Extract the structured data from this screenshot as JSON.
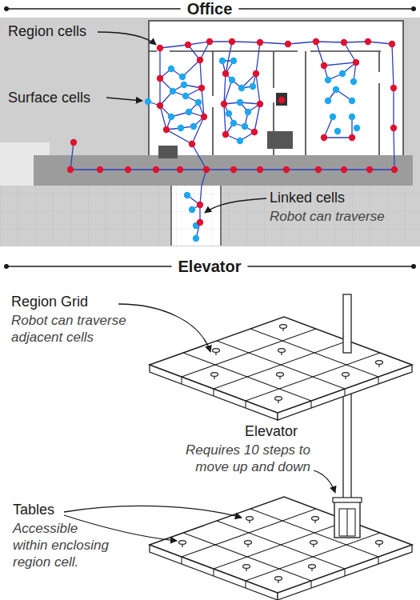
{
  "diagram": {
    "labels": [
      "Office",
      "Region cells",
      "Surface cells",
      "Linked cells",
      "Robot can traverse",
      "Elevator",
      "Region Grid",
      "Robot can traverse adjacent cells",
      "Elevator",
      "Requires 10 steps to move up and down",
      "Tables",
      "Accessible within enclosing region cell."
    ]
  }
}
